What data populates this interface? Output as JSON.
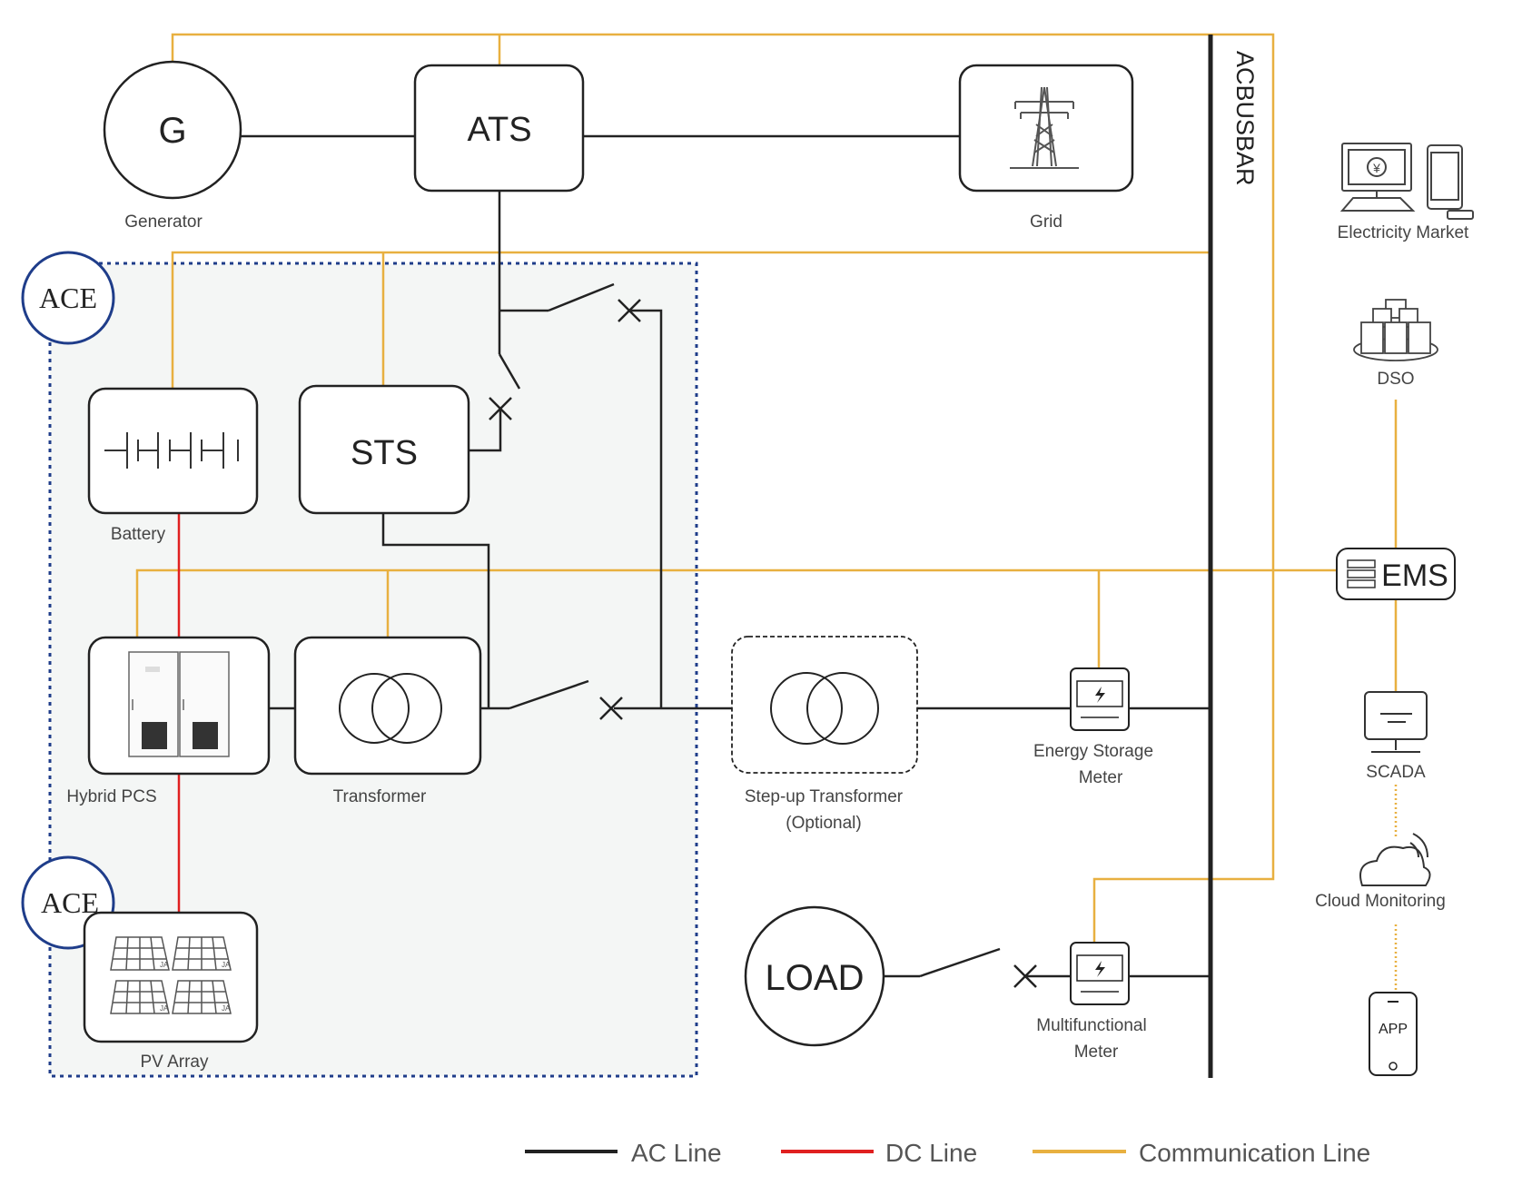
{
  "components": {
    "generator": {
      "symbol": "G",
      "label": "Generator"
    },
    "ats": {
      "symbol": "ATS"
    },
    "grid": {
      "label": "Grid"
    },
    "busbar": {
      "label": "ACBUSBAR"
    },
    "electricity_market": {
      "label": "Electricity Market",
      "icon": "computer-phone-icon",
      "currency_symbol": "¥"
    },
    "dso": {
      "label": "DSO",
      "icon": "server-cluster-icon"
    },
    "battery": {
      "label": "Battery",
      "icon": "battery-cells-icon"
    },
    "sts": {
      "symbol": "STS"
    },
    "hybrid_pcs": {
      "label": "Hybrid PCS",
      "icon": "cabinet-icon"
    },
    "transformer": {
      "label": "Transformer",
      "icon": "transformer-icon"
    },
    "step_up_transformer": {
      "label_line1": "Step-up Transformer",
      "label_line2": "(Optional)"
    },
    "energy_storage_meter": {
      "label_line1": "Energy Storage",
      "label_line2": "Meter",
      "icon": "meter-icon"
    },
    "ems": {
      "label": "EMS",
      "icon": "server-rack-icon"
    },
    "scada": {
      "label": "SCADA",
      "icon": "monitor-icon"
    },
    "cloud_monitoring": {
      "label": "Cloud Monitoring",
      "icon": "cloud-icon"
    },
    "app": {
      "label": "APP",
      "icon": "smartphone-icon"
    },
    "pv_array": {
      "label": "PV Array",
      "icon": "solar-panel-icon",
      "panel_mark": "JA"
    },
    "load": {
      "symbol": "LOAD"
    },
    "multifunctional_meter": {
      "label_line1": "Multifunctional",
      "label_line2": "Meter",
      "icon": "meter-icon"
    },
    "ace_badge_1": {
      "text": "ACE"
    },
    "ace_badge_2": {
      "text": "ACE"
    }
  },
  "legend": [
    {
      "label": "AC Line",
      "color": "#222222"
    },
    {
      "label": "DC Line",
      "color": "#e02020"
    },
    {
      "label": "Communication Line",
      "color": "#e8b040"
    }
  ],
  "colors": {
    "ac": "#222222",
    "dc": "#e02020",
    "comm": "#e8b040",
    "ace_border": "#1f3d8a",
    "system_fill": "#f4f6f5"
  }
}
